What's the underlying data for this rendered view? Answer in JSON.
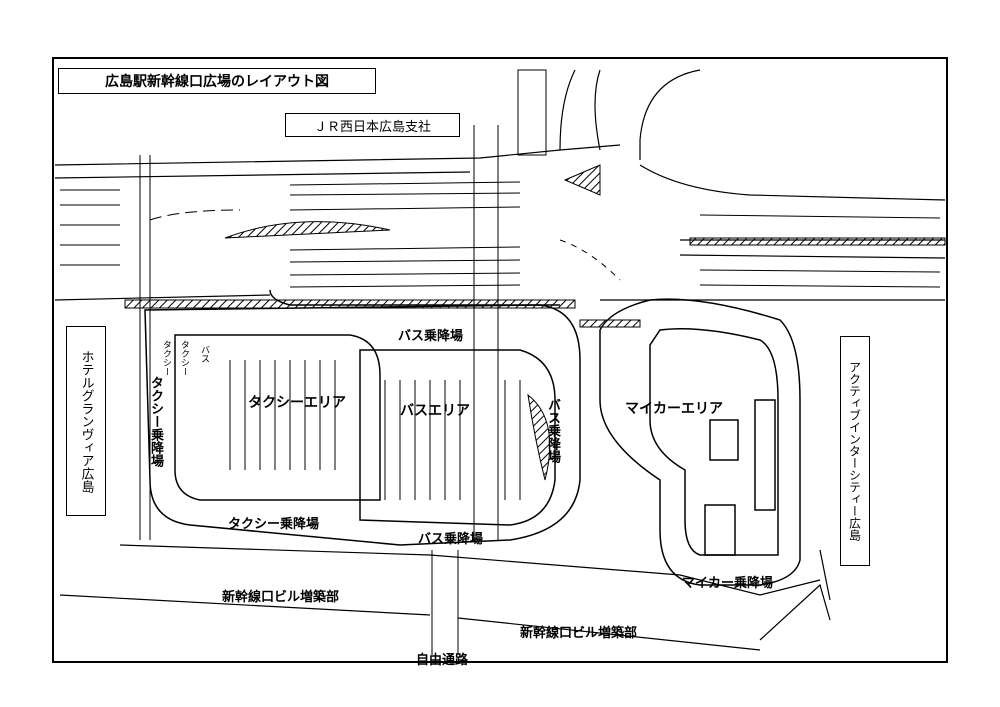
{
  "title": "広島駅新幹線口広場のレイアウト図",
  "labels": {
    "jr_west": "ＪＲ西日本広島支社",
    "hotel": "ホテルグランヴィア広島",
    "active_inter": "アクティブインターシティー広島",
    "bus_stop_top": "バス乗降場",
    "bus_stop_right": "バス乗降場",
    "bus_stop_bottom": "バス乗降場",
    "taxi_area": "タクシーエリア",
    "bus_area": "バスエリア",
    "mycar_area": "マイカーエリア",
    "taxi_stop_left": "タクシー乗降場",
    "taxi_stop_bottom": "タクシー乗降場",
    "mycar_stop": "マイカー乗降場",
    "building_left": "新幹線口ビル増築部",
    "building_right": "新幹線口ビル増築部",
    "free_passage": "自由通路",
    "lane_taxi_1": "タクシー",
    "lane_taxi_2": "タクシー",
    "lane_bus": "バス"
  }
}
